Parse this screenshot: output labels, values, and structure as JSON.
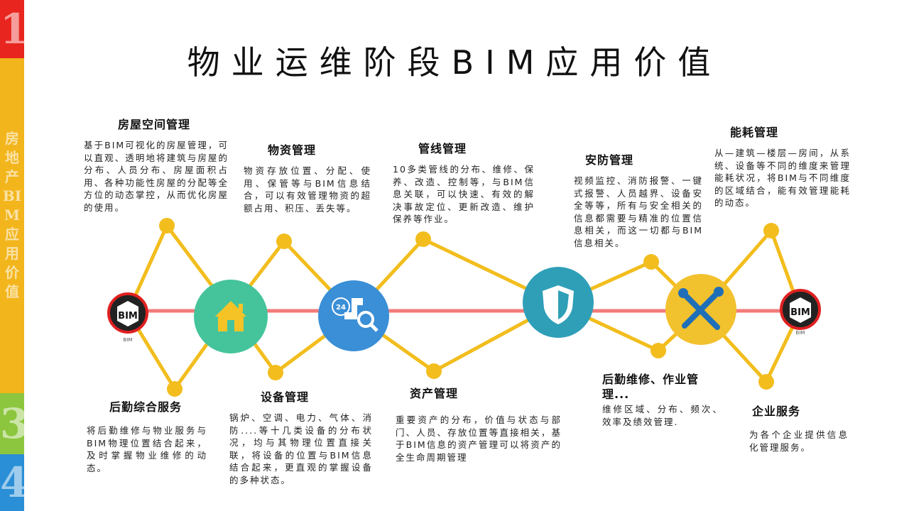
{
  "title": "物业运维阶段BIM应用价值",
  "sidebar": {
    "num1": "1",
    "vertical_text": "房地产BIM应用价值",
    "num3": "3",
    "num4": "4"
  },
  "logo_caption": "BIM",
  "blocks": {
    "space": {
      "title": "房屋空间管理",
      "text": "基于BIM可视化的房屋管理，可以直观、透明地将建筑与房屋的分布、人员分布、房屋面积占用、各种功能性房屋的分配等全方位的动态掌控，从而优化房屋的使用。"
    },
    "material": {
      "title": "物资管理",
      "text": "物资存放位置、分配、使用、保管等与BIM信息结合，可以有效管理物资的超额占用、积压、丢失等。"
    },
    "pipeline": {
      "title": "管线管理",
      "text": "10多类管线的分布、维修、保养、改造、控制等，与BIM信息关联，可以快速、有效的解决事故定位、更新改造、维护保养等作业。"
    },
    "security": {
      "title": "安防管理",
      "text": "视频监控、消防报警、一键式报警、人员越界、设备安全等等，所有与安全相关的信息都需要与精准的位置信息相关，而这一切都与BIM信息相关。"
    },
    "energy": {
      "title": "能耗管理",
      "text": "从—建筑—楼层—房间，从系统、设备等不同的维度来管理能耗状况，将BIM与不同维度的区域结合，能有效管理能耗的动态。"
    },
    "logistics": {
      "title": "后勤综合服务",
      "text": "将后勤维修与物业服务与BIM物理位置结合起来，及时掌握物业维修的动态。"
    },
    "equipment": {
      "title": "设备管理",
      "text": "锅炉、空调、电力、气体、消防....等十几类设备的分布状况，均与其物理位置直接关联，将设备的位置与BIM信息结合起来，更直观的掌握设备的多种状态。"
    },
    "assets": {
      "title": "资产管理",
      "text": "重要资产的分布，价值与状态与部门、人员、存放位置等直接相关，基于BIM信息的资产管理可以将资产的全生命周期管理"
    },
    "maintenance": {
      "title": "后勤维修、作业管理...",
      "text": "维修区域、分布、频次、效率及绩效管理."
    },
    "enterprise": {
      "title": "企业服务",
      "text": "为各个企业提供信息化管理服务。"
    }
  },
  "icons": {
    "badge_24": "24",
    "logo_letters": "BIM"
  },
  "colors": {
    "line_yellow": "#f2bd1d",
    "axis_red": "#f47a7a",
    "house_circle": "#45c49c",
    "pipe_circle": "#3a8fd6",
    "shield_circle": "#2f9fb8",
    "tools_circle": "#f2c12e"
  }
}
